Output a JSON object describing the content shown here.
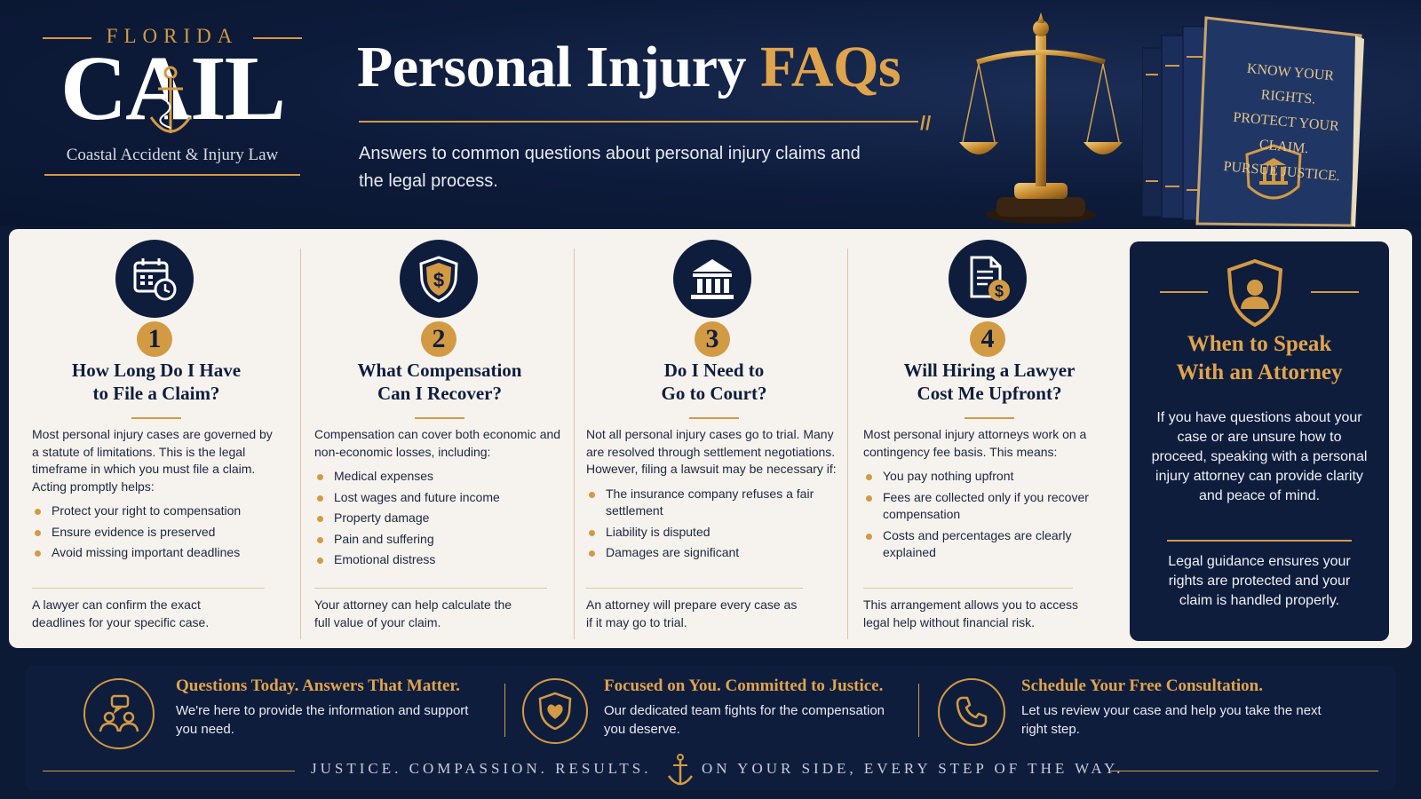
{
  "logo": {
    "region": "FLORIDA",
    "name": "CAIL",
    "tagline": "Coastal Accident & Injury Law"
  },
  "header": {
    "title_main": "Personal Injury ",
    "title_accent": "FAQs",
    "subtitle": "Answers to common questions about personal injury claims and the legal process."
  },
  "book": {
    "line1": "KNOW YOUR RIGHTS.",
    "line2": "PROTECT YOUR CLAIM.",
    "line3": "PURSUE JUSTICE."
  },
  "faqs": [
    {
      "number": "1",
      "icon": "calendar-clock-icon",
      "title_line1": "How Long Do I Have",
      "title_line2": "to File a Claim?",
      "intro": "Most personal injury cases are governed by a statute of limitations. This is the legal timeframe in which you must file a claim. Acting promptly helps:",
      "bullets": [
        "Protect your right to compensation",
        "Ensure evidence is preserved",
        "Avoid missing important deadlines"
      ],
      "footer": "A lawyer can confirm the exact deadlines for your specific case."
    },
    {
      "number": "2",
      "icon": "shield-dollar-icon",
      "title_line1": "What Compensation",
      "title_line2": "Can I Recover?",
      "intro": "Compensation can cover both economic and non-economic losses, including:",
      "bullets": [
        "Medical expenses",
        "Lost wages and future income",
        "Property damage",
        "Pain and suffering",
        "Emotional distress"
      ],
      "footer": "Your attorney can help calculate the full value of your claim."
    },
    {
      "number": "3",
      "icon": "courthouse-icon",
      "title_line1": "Do I Need to",
      "title_line2": "Go to Court?",
      "intro": "Not all personal injury cases go to trial. Many are resolved through settlement negotiations. However, filing a lawsuit may be necessary if:",
      "bullets": [
        "The insurance company refuses a fair settlement",
        "Liability is disputed",
        "Damages are significant"
      ],
      "footer": "An attorney will prepare every case as if it may go to trial."
    },
    {
      "number": "4",
      "icon": "document-dollar-icon",
      "title_line1": "Will Hiring a Lawyer",
      "title_line2": "Cost Me Upfront?",
      "intro": "Most personal injury attorneys work on a contingency fee basis. This means:",
      "bullets": [
        "You pay nothing upfront",
        "Fees are collected only if you recover compensation",
        "Costs and percentages are clearly explained"
      ],
      "footer": "This arrangement allows you to access legal help without financial risk."
    }
  ],
  "cta": {
    "icon": "shield-person-icon",
    "title_line1": "When to Speak",
    "title_line2": "With an Attorney",
    "text": "If you have questions about your case or are unsure how to proceed, speaking with a personal injury attorney can provide clarity and peace of mind.",
    "text2": "Legal guidance ensures your rights are protected and your claim is handled properly."
  },
  "band": [
    {
      "icon": "people-chat-icon",
      "title": "Questions Today. Answers That Matter.",
      "text": "We're here to provide the information and support you need."
    },
    {
      "icon": "shield-heart-icon",
      "title": "Focused on You. Committed to Justice.",
      "text": "Our dedicated team fights for the compensation you deserve."
    },
    {
      "icon": "phone-icon",
      "title": "Schedule Your Free Consultation.",
      "text": "Let us review your case and help you take the next right step."
    }
  ],
  "motto": {
    "left": "JUSTICE. COMPASSION. RESULTS.",
    "right": "ON YOUR SIDE, EVERY STEP OF THE WAY."
  },
  "colors": {
    "navy": "#0f1d3d",
    "gold": "#d39a44",
    "cream": "#f6f3ee"
  }
}
